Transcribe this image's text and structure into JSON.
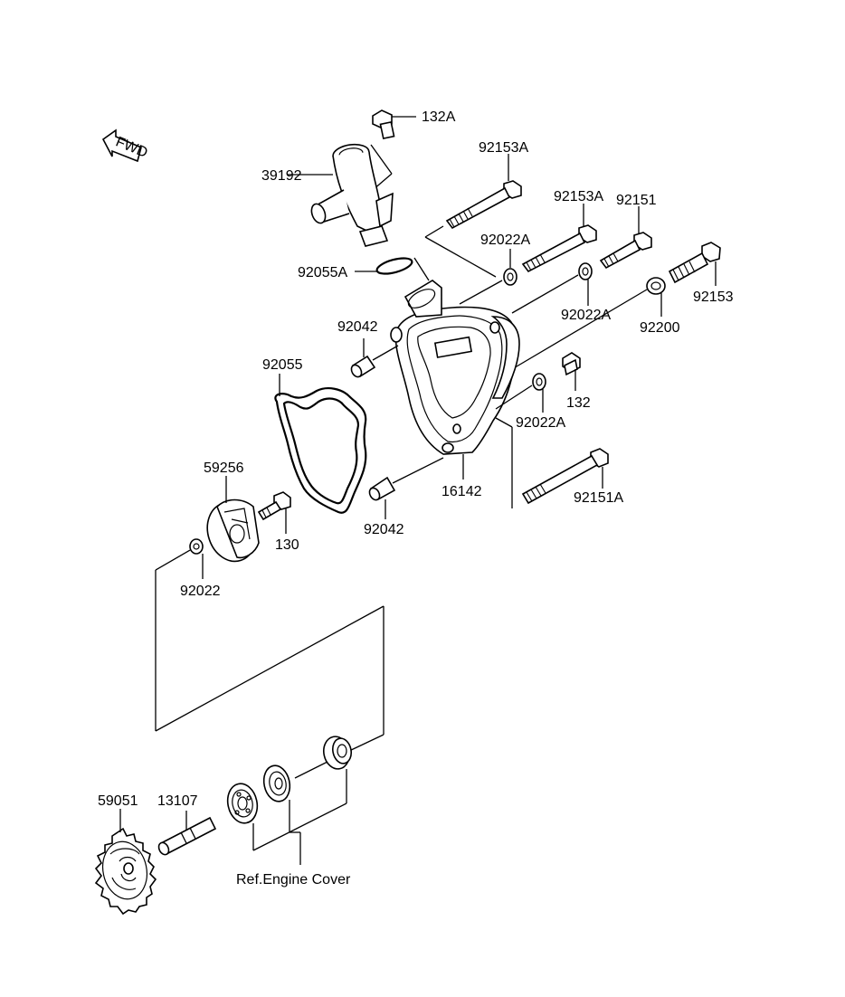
{
  "labels": {
    "p132A": "132A",
    "p92153A_top": "92153A",
    "p39192": "39192",
    "p92153A_mid": "92153A",
    "p92151": "92151",
    "p92022A_top": "92022A",
    "p92055A": "92055A",
    "p92153": "92153",
    "p92022A_mid": "92022A",
    "p92200": "92200",
    "p92042_top": "92042",
    "p92055": "92055",
    "p132": "132",
    "p92022A_low": "92022A",
    "p59256": "59256",
    "p16142": "16142",
    "p92151A": "92151A",
    "p130": "130",
    "p92042_low": "92042",
    "p92022": "92022",
    "p59051": "59051",
    "p13107": "13107",
    "ref_engine_cover": "Ref.Engine Cover"
  },
  "fwd_arrow": {
    "text": "FWD"
  }
}
